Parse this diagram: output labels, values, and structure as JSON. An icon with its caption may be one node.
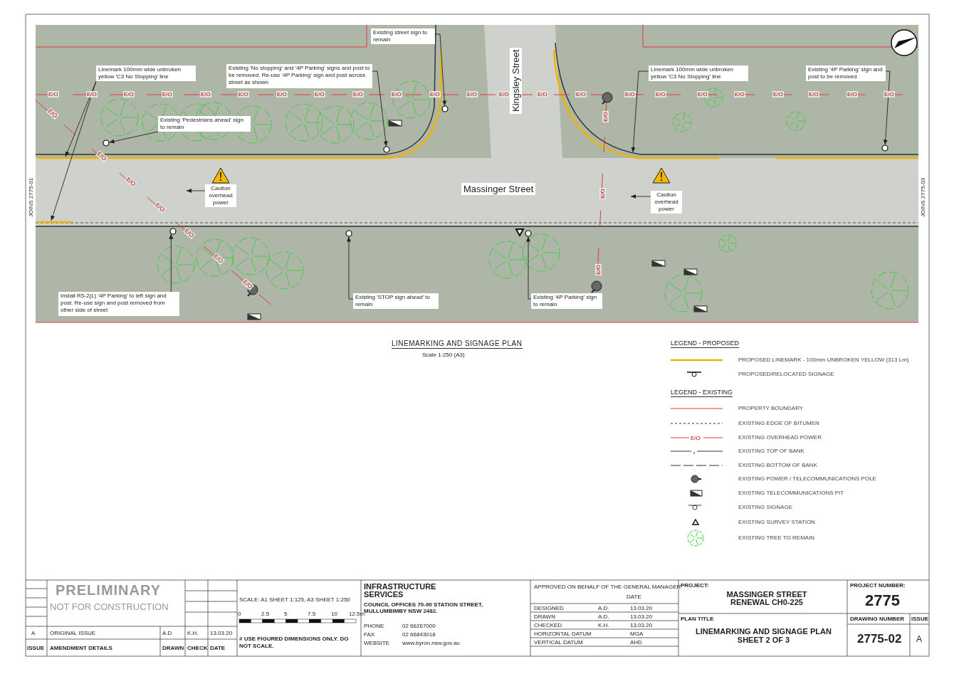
{
  "diagram": {
    "title": "LINEMARKING AND SIGNAGE PLAN",
    "caption": "Scale 1:250 (A3)",
    "nodes": [
      {
        "text": [
          "Linemark 100mm wide unbroken yellow 'C3 No Stopping' line"
        ]
      },
      {
        "text": [
          "Existing 'No stopping' and '4P Parking' signs and post to be removed. Re-use '4P Parking' sign and post across street as shown"
        ]
      },
      {
        "text": [],
        "shape": "circle"
      },
      {
        "text": [
          "Existing street sign to remain"
        ]
      },
      {
        "text": [],
        "shape": "circle"
      },
      {
        "text": [
          "Existing 'Pedestrians ahead' sign to remain"
        ]
      },
      {
        "text": [],
        "shape": "circle"
      },
      {
        "text": [
          "Linemark 100mm wide unbroken yellow 'C3 No Stopping' line"
        ]
      },
      {
        "text": [
          "Existing '4P Parking' sign and post to be removed"
        ]
      },
      {
        "text": [],
        "shape": "circle"
      },
      {
        "text": [
          "Caution overhead power"
        ]
      },
      {
        "text": [
          "Caution overhead power"
        ]
      },
      {
        "text": [
          "Install R5-2(L) '4P Parking' to left sign and post. Re-use sign and post removed from other side of street"
        ]
      },
      {
        "text": [],
        "shape": "circle"
      },
      {
        "text": [
          "Existing 'STOP sign ahead' to remain"
        ]
      },
      {
        "text": [],
        "shape": "circle"
      },
      {
        "text": [
          "Existing '4P Parking' sign to remain"
        ]
      },
      {
        "text": [],
        "shape": "circle"
      }
    ],
    "edges": [
      {
        "from": 0,
        "to": null,
        "arrow": "to"
      },
      {
        "from": 0,
        "to": null,
        "arrow": "to"
      },
      {
        "from": 1,
        "to": 2,
        "arrow": "to"
      },
      {
        "from": 3,
        "to": 4,
        "arrow": "to"
      },
      {
        "from": 5,
        "to": 6,
        "arrow": "to"
      },
      {
        "from": 7,
        "to": null,
        "arrow": "to"
      },
      {
        "from": 8,
        "to": 9,
        "arrow": "to"
      },
      {
        "from": 10,
        "to": null,
        "arrow": "to"
      },
      {
        "from": 11,
        "to": null,
        "arrow": "to"
      },
      {
        "from": 12,
        "to": 13,
        "arrow": "to"
      },
      {
        "from": 14,
        "to": 15,
        "arrow": "to"
      },
      {
        "from": 16,
        "to": 17,
        "arrow": "to"
      }
    ],
    "labels": [
      "Kingsley Street",
      "Massinger Street",
      "JOINS 2775-01",
      "JOINS 2775-03",
      "E/O",
      "E/O",
      "E/O",
      "E/O",
      "E/O",
      "E/O",
      "E/O",
      "E/O",
      "E/O",
      "E/O",
      "E/O",
      "E/O",
      "E/O",
      "E/O",
      "E/O",
      "E/O",
      "E/O",
      "E/O",
      "E/O",
      "E/O",
      "E/O",
      "E/O",
      "E/O",
      "E/O",
      "E/O",
      "E/O",
      "E/O",
      "E/O",
      "E/O",
      "E/O",
      "E/O",
      "E/O",
      "E/O",
      "LEGEND - PROPOSED",
      "LEGEND - EXISTING",
      "E/O",
      "PRELIMINARY",
      "NOT FOR CONSTRUCTION",
      "A",
      "ORIGINAL ISSUE",
      "A.D",
      "K.H.",
      "13.03.20",
      "ISSUE",
      "AMENDMENT DETAILS",
      "DRAWN",
      "CHECK",
      "DATE",
      "SCALE: A1 SHEET 1:125, A3 SHEET 1:250",
      "0",
      "2.5",
      "5",
      "7.5",
      "10",
      "12.5m",
      "# USE FIGURED DIMENSIONS ONLY. DO NOT SCALE.",
      "INFRASTRUCTURE SERVICES",
      "COUNCIL OFFICES 70-90 STATION STREET, MULLUMBIMBY NSW 2482.",
      "PHONE",
      "02 66267000",
      "FAX",
      "02 66843018",
      "WEBSITE",
      "www.byron.nsw.gov.au",
      "APPROVED ON BEHALF OF THE GENERAL MANAGER",
      "DATE",
      "DESIGNED",
      "A.D.",
      "13.03.20",
      "DRAWN",
      "A.D.",
      "13.03.20",
      "CHECKED",
      "K.H.",
      "13.03.20",
      "HORIZONTAL DATUM",
      "MGA",
      "VERTICAL DATUM",
      "AHD",
      "PROJECT:",
      "MASSINGER STREET RENEWAL CH0-225",
      "PROJECT NUMBER:",
      "2775",
      "PLAN TITLE",
      "LINEMARKING AND SIGNAGE PLAN SHEET 2 OF 3",
      "DRAWING NUMBER",
      "ISSUE",
      "2775-02",
      "A"
    ],
    "legend": [
      {
        "text": "PROPOSED LINEMARK - 100mm UNBROKEN YELLOW (313 Lm)"
      },
      {
        "text": "PROPOSED/RELOCATED SIGNAGE"
      },
      {
        "text": "PROPERTY BOUNDARY"
      },
      {
        "text": "EXISTING EDGE OF BITUMEN"
      },
      {
        "text": "EXISTING OVERHEAD POWER"
      },
      {
        "text": "EXISTING TOP OF BANK"
      },
      {
        "text": "EXISTING BOTTOM OF BANK"
      },
      {
        "text": "EXISTING POWER / TELECOMMUNICATIONS POLE"
      },
      {
        "text": "EXISTING TELECOMMUNICATIONS PIT"
      },
      {
        "text": "EXISTING SIGNAGE"
      },
      {
        "text": "EXISTING SURVEY STATION"
      },
      {
        "text": "EXISTING TREE TO REMAIN"
      }
    ]
  }
}
